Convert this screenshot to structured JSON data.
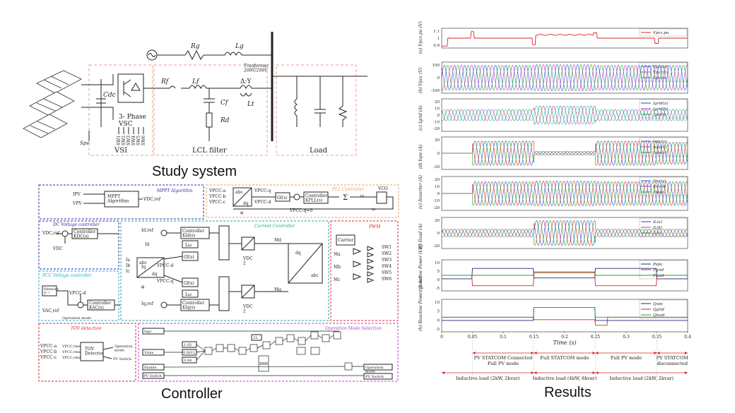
{
  "captions": {
    "study": "Study system",
    "controller": "Controller",
    "results": "Results"
  },
  "study_system": {
    "rg": "Rg",
    "lg": "Lg",
    "cdc": "Cdc",
    "vsc": "3- Phase\nVSC",
    "rf": "Rf",
    "lf": "Lf",
    "cf": "Cf",
    "rd": "Rd",
    "lt": "Lt",
    "transformer": "Tranformer\n208V/208V",
    "delta_y": "Δ:Y",
    "vsi": "VSI",
    "lcl": "LCL filter",
    "load": "Load",
    "spv": "Spv",
    "switches": [
      "SW1",
      "SW2",
      "SW3",
      "SW4",
      "SW5",
      "SW6"
    ]
  },
  "controller": {
    "mppt": {
      "title": "MPPT Algorithm",
      "block": "MPPT\nAlgorithm",
      "in1": "IPV",
      "in2": "VPV",
      "out": "VDC,ref"
    },
    "pll": {
      "title": "PLL Controller",
      "abc": "abc",
      "dq": "dq",
      "vpccq": "VPCC-q",
      "vpccd": "VPCC-d",
      "gf": "Gf(s)",
      "ctrl": "Controller\nKPLL(s)",
      "vco": "VCO",
      "omega": "ω",
      "phi": "φ",
      "setpoint": "VPCC-q=0",
      "ins": [
        "VPCC-a",
        "VPCC-b",
        "VPCC-c"
      ]
    },
    "dc": {
      "title": "DC Voltage controller",
      "ref": "VDC,ref",
      "fb": "VDC",
      "ctrl": "Controller\nKDC(s)"
    },
    "pcc": {
      "title": "PCC Voltage controller",
      "memory": "Memory\nZ⁻¹",
      "vd": "VPCC-d",
      "ref": "VAC,ref",
      "ctrl": "Controller\nKAC(s)",
      "mode": "Operation mode"
    },
    "current": {
      "title": "Current Controller",
      "idref": "Id,ref",
      "id": "Id",
      "iq": "Iq",
      "iqref": "Iq,ref",
      "ctrl1": "Controller\nKId(s)",
      "ctrl2": "Controller\nKIq(s)",
      "lw1": "Lω",
      "lw2": "Lω",
      "gf1": "Gf(s)",
      "gf2": "Gf(s)",
      "vd": "VPCC-d",
      "vq": "VPCC-q",
      "vdc1": "VDC\n2",
      "vdc2": "VDC\n2",
      "md": "Md",
      "mq": "Mq",
      "dq": "dq",
      "abc": "abc",
      "ia": "Ia",
      "ib": "Ib",
      "ic": "Ic",
      "phi": "φ"
    },
    "pwm": {
      "title": "PWM",
      "carrier": "Carrier",
      "ma": "Ma",
      "mb": "Mb",
      "mc": "Mc",
      "outs": [
        "SW1",
        "SW2",
        "SW3",
        "SW4",
        "SW5",
        "SW6"
      ]
    },
    "tov": {
      "title": "TOV detection",
      "ins": [
        "VPCC-a",
        "VPCC-b",
        "VPCC-c"
      ],
      "rms": [
        "VPCC,rms",
        "VPCC,rms",
        "VPCC,rms"
      ],
      "detector": "TOV\nDetector",
      "mode": "Operation\nmode",
      "pvsw": "PV Switch"
    },
    "oms": {
      "title": "Operation Mode Selection",
      "in1": "Ispv",
      "in2": "Vrms",
      "c1": "1.05",
      "c2": "0.0012",
      "c3": "0.94",
      "c4": "15",
      "enable": "Enable",
      "pvsw": "PV Switch",
      "out1": "Operation\nmode",
      "out2": "PV Switch"
    }
  },
  "results": {
    "xlabel": "Time (s)",
    "panels": [
      {
        "label": "(a)  Vpcc-pu (V)",
        "ticks": [
          "1.1",
          "1",
          "0.9"
        ],
        "legend": [
          "Vpcc.pu"
        ]
      },
      {
        "label": "(b)  Vpcc (V)",
        "ticks": [
          "100",
          "0",
          "-100"
        ],
        "legend": [
          "Vpcc(a)",
          "Vpcc(b)",
          "Vpcc(c)"
        ]
      },
      {
        "label": "(c)  Igrid (A)",
        "ticks": [
          "20",
          "10",
          "0",
          "-10",
          "-20"
        ],
        "legend": [
          "Igrid(a)",
          "Igrid(b)",
          "Igrid(c)"
        ]
      },
      {
        "label": "(d)  Ispv (A)",
        "ticks": [
          "20",
          "0",
          "-20"
        ],
        "legend": [
          "Ispv(a)",
          "Ispv(b)",
          "Ispv(c)"
        ]
      },
      {
        "label": "(e)  Iinverter (A)",
        "ticks": [
          "20",
          "10",
          "0",
          "-10",
          "-20"
        ],
        "legend": [
          "Iinv(a)",
          "iInv(b)",
          "Iinv(c)"
        ]
      },
      {
        "label": "(f)  Iload (A)",
        "ticks": [
          "20",
          "0",
          "-20"
        ],
        "legend": [
          "iL(a)",
          "iL(b)",
          "iL(c)"
        ]
      },
      {
        "label": "(g) Active Power (kW)",
        "ticks": [
          "10",
          "5",
          "0",
          "-5"
        ],
        "legend": [
          "Pspv",
          "Pgrid",
          "Pload"
        ]
      },
      {
        "label": "(h) Reactive Power (kvar)",
        "ticks": [
          "10",
          "5",
          "0",
          "-5"
        ],
        "legend": [
          "Qspv",
          "Qgrid",
          "Qload"
        ]
      }
    ],
    "xticks": [
      "0",
      "0.05",
      "0.1",
      "0.15",
      "0.2",
      "0.25",
      "0.3",
      "0.35",
      "0.4"
    ],
    "modes_top": [
      "PV STATCOM Connected\nFull PV mode",
      "Full STATCOM mode",
      "Full PV mode",
      "PV STATCOM\ndisconnected"
    ],
    "modes_bottom": [
      "Inductive load (2kW, 2kvar)",
      "Inductive load (4kW, 8kvar)",
      "Inductive load (2kW, 2kvar)"
    ],
    "colors": {
      "red": "#d9262b",
      "blue": "#1a4fd8",
      "green": "#1fa12e",
      "magenta": "#d12bc8",
      "cyan": "#27c9d8",
      "navy": "#1f2a7a"
    }
  }
}
